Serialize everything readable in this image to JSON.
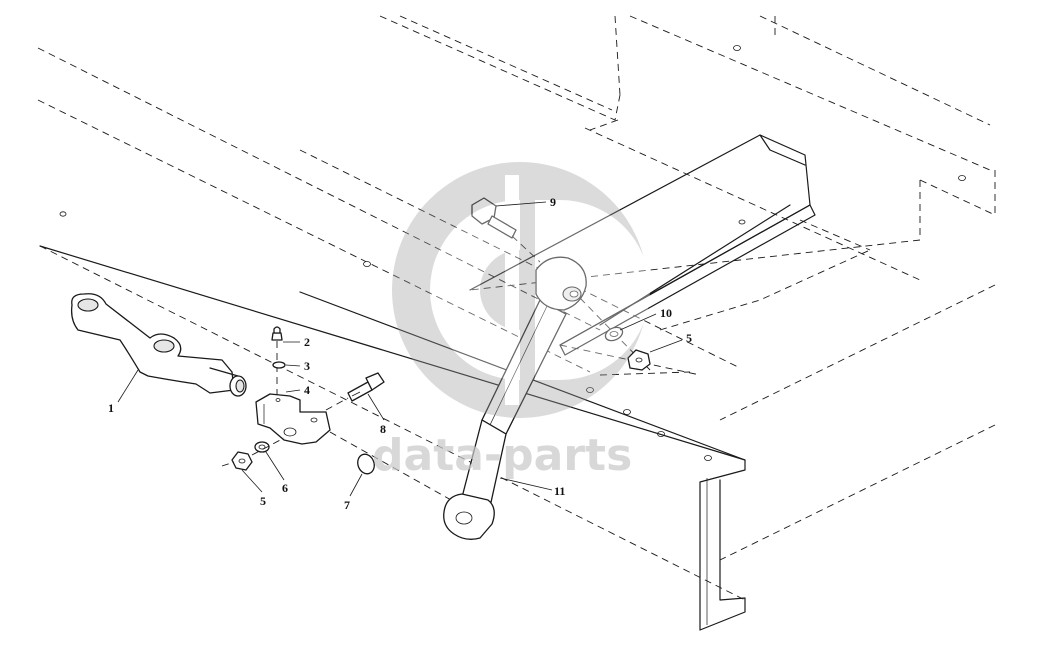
{
  "watermark": {
    "text": "data-parts"
  },
  "callouts": [
    {
      "id": "c1",
      "label": "1"
    },
    {
      "id": "c2",
      "label": "2"
    },
    {
      "id": "c3",
      "label": "3"
    },
    {
      "id": "c4",
      "label": "4"
    },
    {
      "id": "c5a",
      "label": "5"
    },
    {
      "id": "c5b",
      "label": "5"
    },
    {
      "id": "c6",
      "label": "6"
    },
    {
      "id": "c7",
      "label": "7"
    },
    {
      "id": "c8",
      "label": "8"
    },
    {
      "id": "c9",
      "label": "9"
    },
    {
      "id": "c10",
      "label": "10"
    },
    {
      "id": "c11",
      "label": "11"
    }
  ],
  "colors": {
    "line": "#1a1a1a",
    "watermark": "#c8c8c8"
  }
}
